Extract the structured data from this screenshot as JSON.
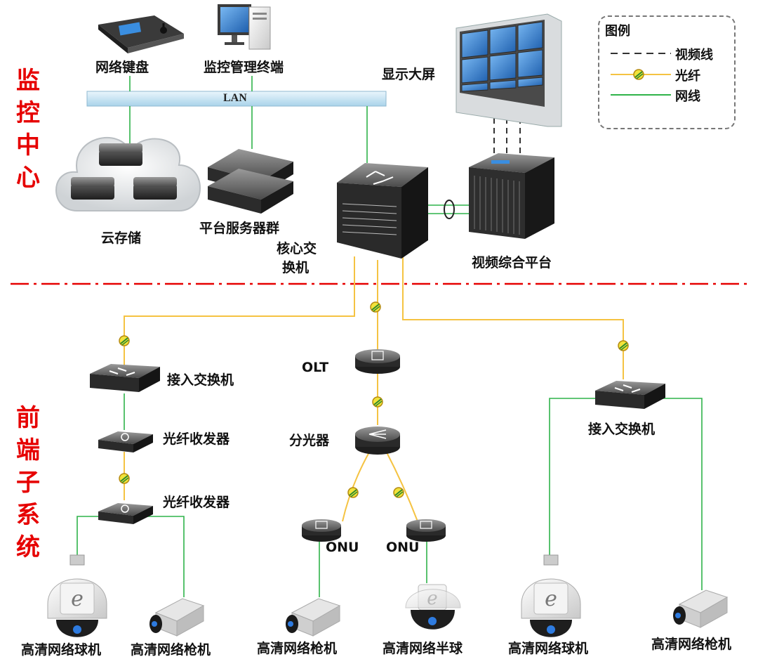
{
  "sections": {
    "monitoring_center": "监控中心",
    "frontend_subsystem": "前端子系统"
  },
  "legend": {
    "title": "图例",
    "video_line": "视频线",
    "fiber": "光纤",
    "network_line": "网线"
  },
  "lan_label": "LAN",
  "center": {
    "network_keyboard": "网络键盘",
    "monitoring_terminal": "监控管理终端",
    "display_wall": "显示大屏",
    "cloud_storage": "云存储",
    "server_cluster": "平台服务器群",
    "core_switch_line1": "核心交",
    "core_switch_line2": "换机",
    "video_platform": "视频综合平台"
  },
  "frontend": {
    "access_switch_left": "接入交换机",
    "transceiver_1": "光纤收发器",
    "transceiver_2": "光纤收发器",
    "olt": "OLT",
    "splitter": "分光器",
    "onu_left": "ONU",
    "onu_right": "ONU",
    "access_switch_right": "接入交换机",
    "cam_dome_1": "高清网络球机",
    "cam_bullet_1": "高清网络枪机",
    "cam_bullet_2": "高清网络枪机",
    "cam_halfdome": "高清网络半球",
    "cam_dome_2": "高清网络球机",
    "cam_bullet_3": "高清网络枪机"
  },
  "colors": {
    "fiber": "#f5c342",
    "network": "#2fb34a",
    "video": "#333333",
    "divider": "#e60000",
    "section_text": "#e60000"
  }
}
